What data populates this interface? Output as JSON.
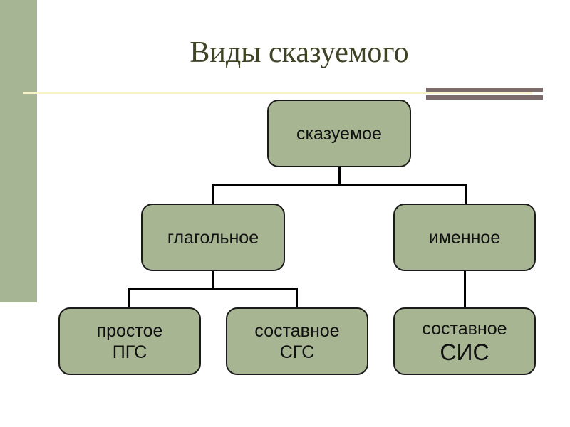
{
  "title": "Виды сказуемого",
  "nodes": {
    "root": "сказуемое",
    "verbal": "глагольное",
    "nominal": "именное",
    "simple": {
      "line1": "простое",
      "line2": "ПГС"
    },
    "compound_verbal": {
      "line1": "составное",
      "line2": "СГС"
    },
    "compound_nominal": {
      "line1": "составное",
      "line2": "СИС"
    }
  },
  "colors": {
    "box": "#a7b593",
    "sidebar": "#a6b593",
    "stripe": "#7c6c6c",
    "title": "#3f4427"
  }
}
